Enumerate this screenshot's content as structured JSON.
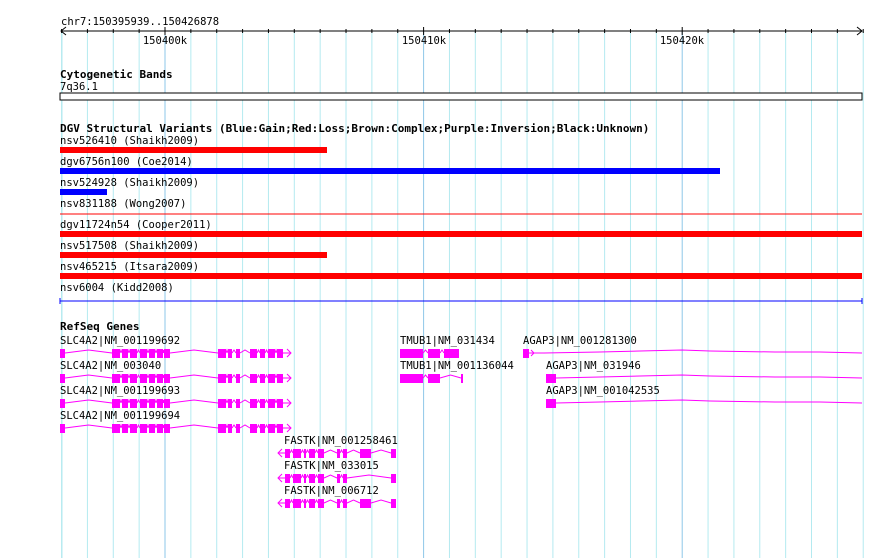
{
  "ruler": {
    "location": "chr7:150395939..150426878",
    "ticks": [
      {
        "label": "150400k",
        "kb": 150400
      },
      {
        "label": "150410k",
        "kb": 150410
      },
      {
        "label": "150420k",
        "kb": 150420
      }
    ]
  },
  "cytoband_track": {
    "title": "Cytogenetic Bands",
    "band": "7q36.1"
  },
  "dgv_track": {
    "title": "DGV Structural Variants (Blue:Gain;Red:Loss;Brown:Complex;Purple:Inversion;Black:Unknown)",
    "variants": [
      {
        "label": "nsv526410 (Shaikh2009)",
        "type": "Loss",
        "color": "#ff0000"
      },
      {
        "label": "dgv6756n100 (Coe2014)",
        "type": "Gain",
        "color": "#0000ff"
      },
      {
        "label": "nsv524928 (Shaikh2009)",
        "type": "Gain",
        "color": "#0000ff"
      },
      {
        "label": "nsv831188 (Wong2007)",
        "type": "Loss",
        "color": "#ff0000"
      },
      {
        "label": "dgv11724n54 (Cooper2011)",
        "type": "Loss",
        "color": "#ff0000"
      },
      {
        "label": "nsv517508 (Shaikh2009)",
        "type": "Loss",
        "color": "#ff0000"
      },
      {
        "label": "nsv465215 (Itsara2009)",
        "type": "Loss",
        "color": "#ff0000"
      },
      {
        "label": "nsv6004 (Kidd2008)",
        "type": "Gain",
        "color": "#0000ff"
      }
    ]
  },
  "refseq_track": {
    "title": "RefSeq Genes",
    "color": "#ff00ff",
    "genes": [
      {
        "label": "SLC4A2|NM_001199692",
        "strand": "+"
      },
      {
        "label": "SLC4A2|NM_003040",
        "strand": "+"
      },
      {
        "label": "SLC4A2|NM_001199693",
        "strand": "+"
      },
      {
        "label": "SLC4A2|NM_001199694",
        "strand": "+"
      },
      {
        "label": "FASTK|NM_001258461",
        "strand": "-"
      },
      {
        "label": "FASTK|NM_033015",
        "strand": "-"
      },
      {
        "label": "FASTK|NM_006712",
        "strand": "-"
      },
      {
        "label": "TMUB1|NM_031434",
        "strand": "-"
      },
      {
        "label": "TMUB1|NM_001136044",
        "strand": "-"
      },
      {
        "label": "AGAP3|NM_001281300",
        "strand": "+"
      },
      {
        "label": "AGAP3|NM_031946",
        "strand": "+"
      },
      {
        "label": "AGAP3|NM_001042535",
        "strand": "+"
      }
    ]
  }
}
